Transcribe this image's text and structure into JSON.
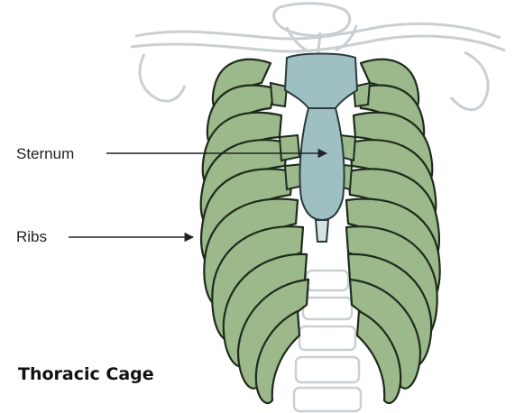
{
  "labels": {
    "sternum": "Sternum",
    "ribs": "Ribs"
  },
  "caption": "Thoracic Cage",
  "colors": {
    "rib_fill": "#9bb98a",
    "sternum_fill": "#9fc0c2",
    "bone_outline": "#1f2a1c",
    "faded_bone": "#c9cfd2",
    "background": "#ffffff"
  }
}
